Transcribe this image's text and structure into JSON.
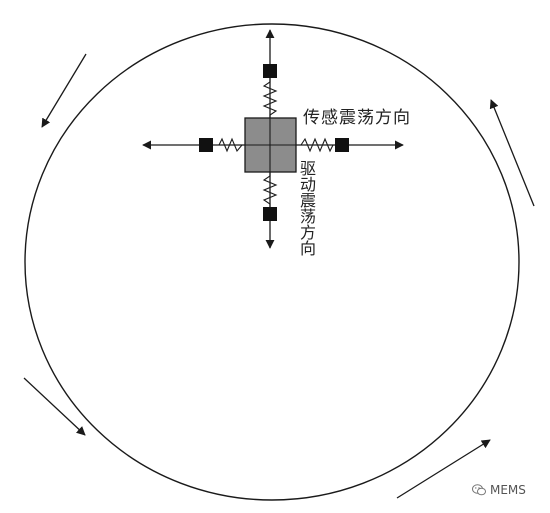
{
  "labels": {
    "sense_direction": "传感震荡方向",
    "drive_direction": "驱动震荡方向"
  },
  "watermark": {
    "text": "MEMS",
    "icon": "wechat-icon"
  },
  "colors": {
    "stroke": "#1a1a1a",
    "mass_fill": "#8c8c8c",
    "anchor_fill": "#111111"
  }
}
